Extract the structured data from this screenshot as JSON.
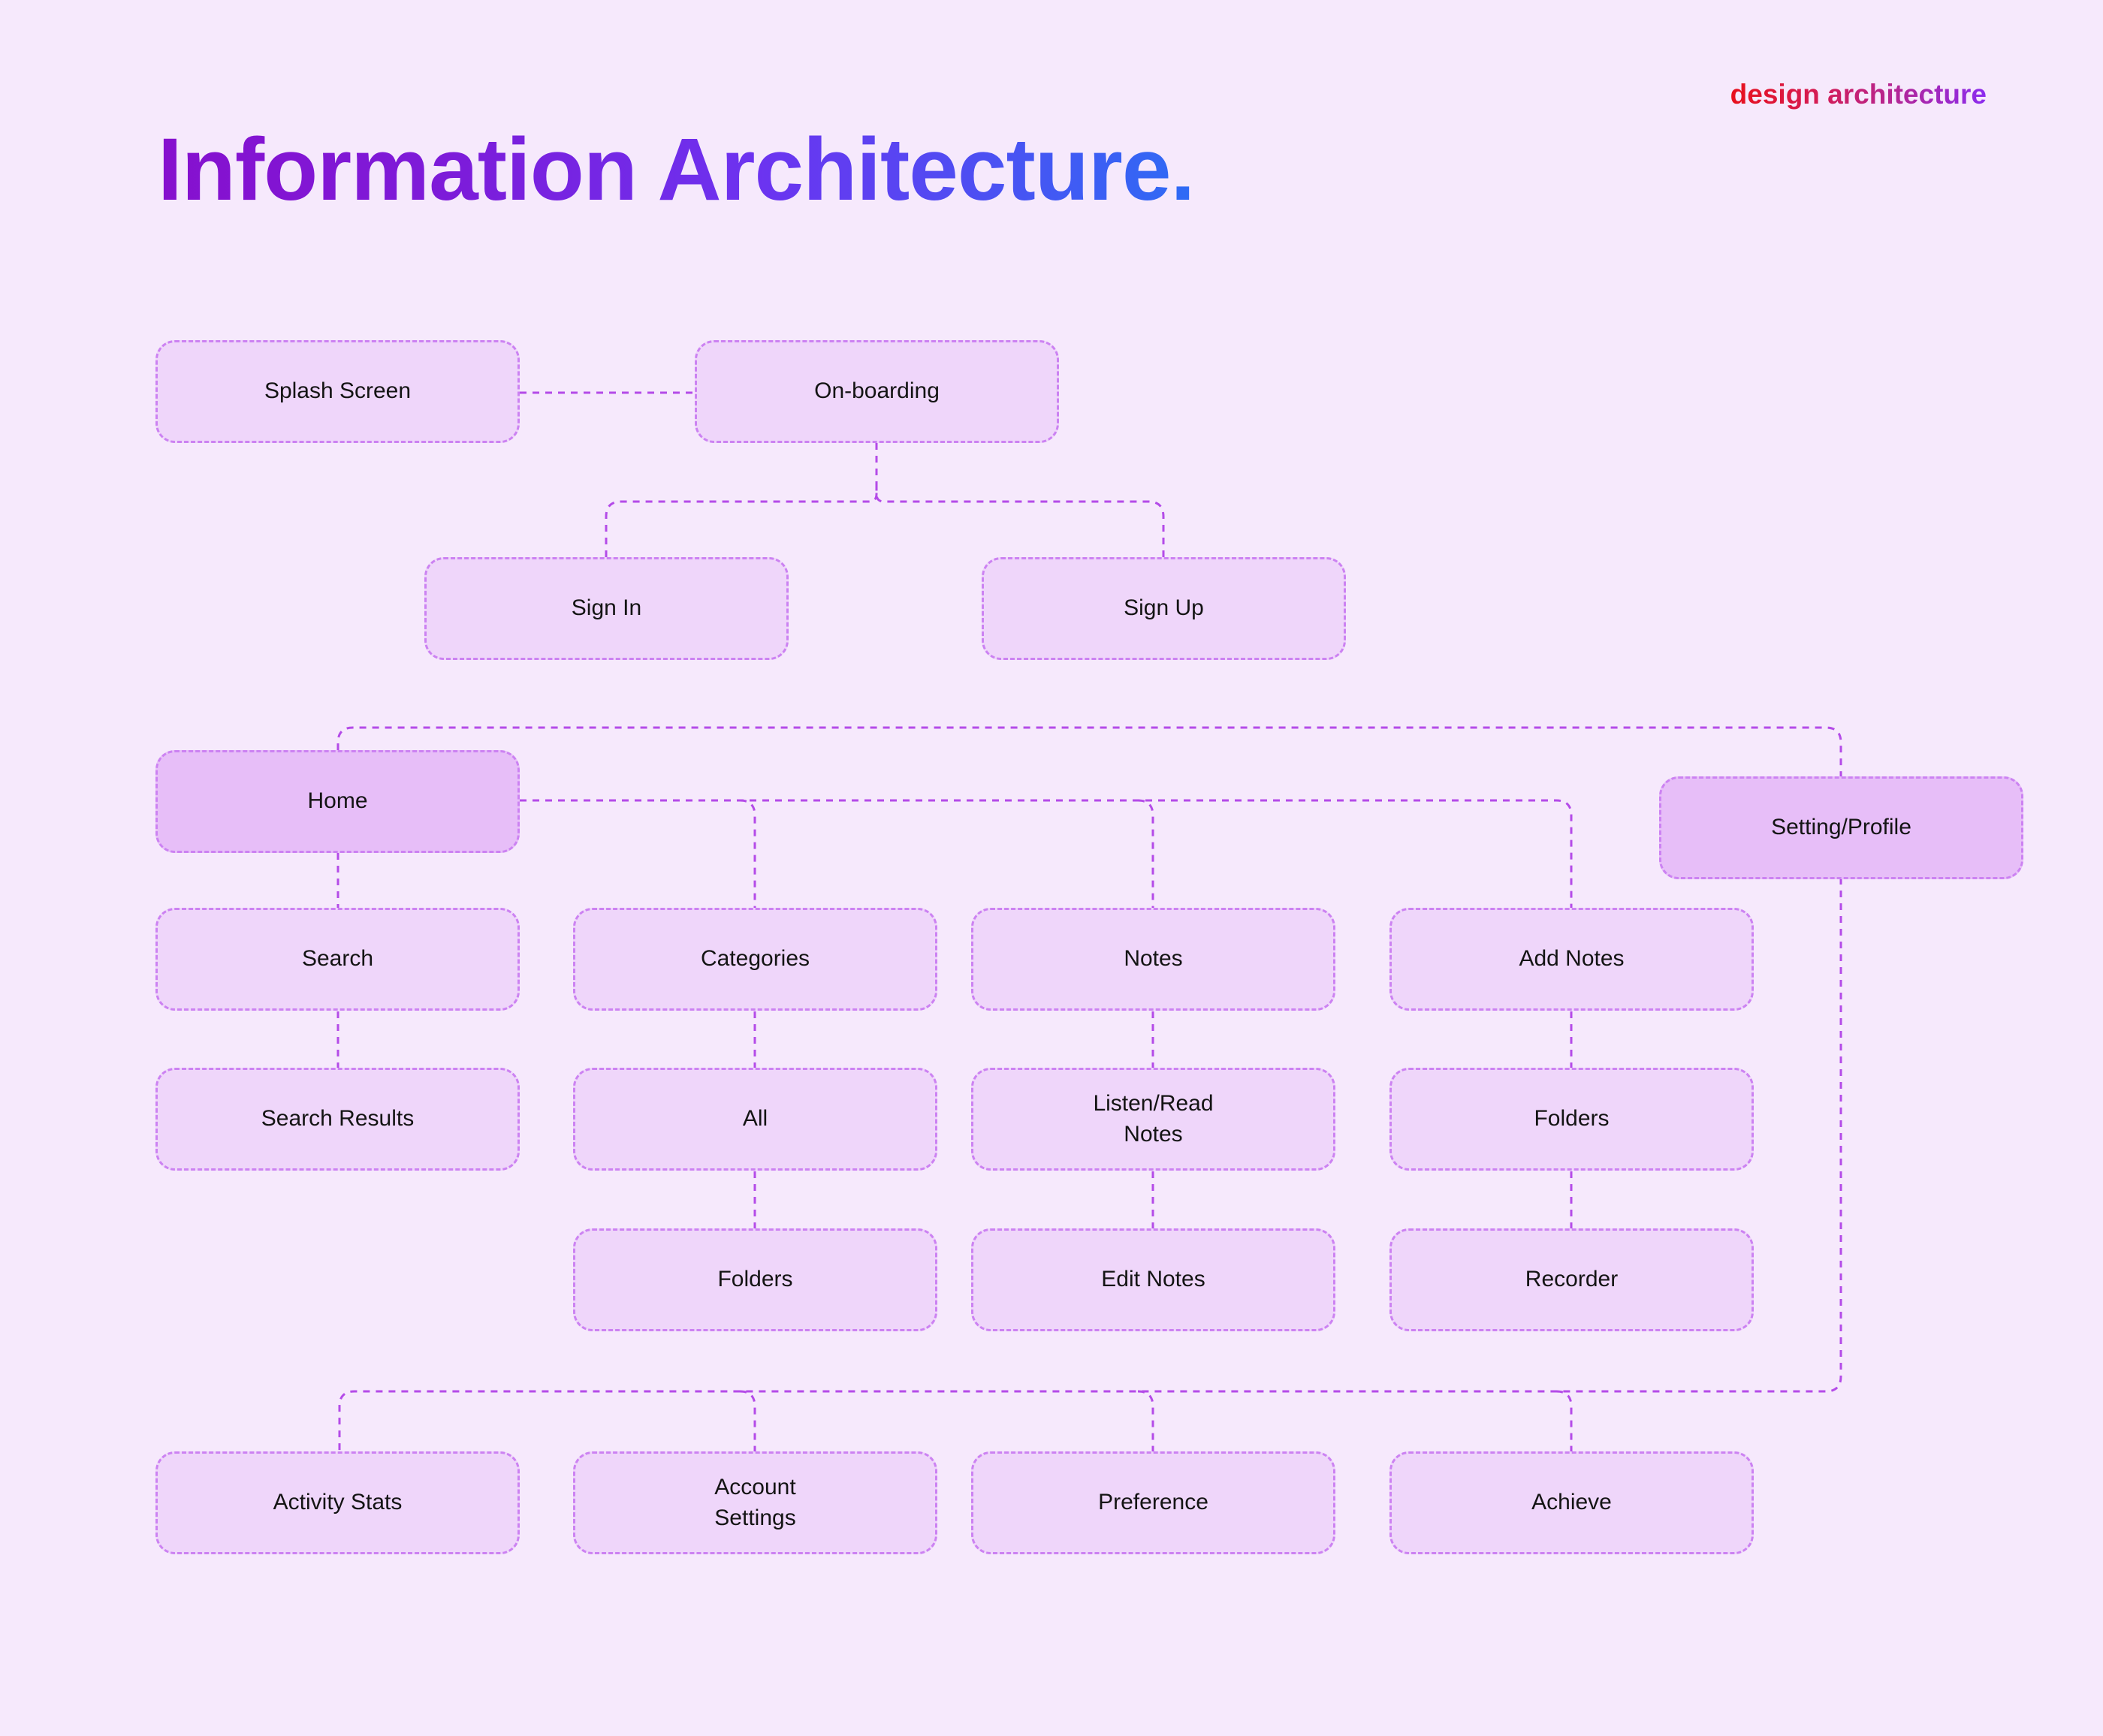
{
  "header": {
    "title": "Information Architecture.",
    "logo": "design architecture"
  },
  "colors": {
    "background": "#f6e9fc",
    "box_fill": "#efd6fa",
    "box_fill_accent": "#e7bef8",
    "box_border": "#cc82f2",
    "connector": "#b44be8",
    "left_rule_top": "#e0111c",
    "left_rule_bottom": "#8816e0",
    "title_gradient_start": "#8610ce",
    "title_gradient_end": "#2e6bf5",
    "logo_gradient_start": "#e8101c",
    "logo_gradient_end": "#8b2bf0",
    "label_color": "#141414"
  },
  "nodes": {
    "splash": {
      "label": "Splash Screen"
    },
    "onboarding": {
      "label": "On-boarding"
    },
    "signin": {
      "label": "Sign In"
    },
    "signup": {
      "label": "Sign Up"
    },
    "home": {
      "label": "Home"
    },
    "setting_profile": {
      "label": "Setting/Profile"
    },
    "search": {
      "label": "Search"
    },
    "categories": {
      "label": "Categories"
    },
    "notes": {
      "label": "Notes"
    },
    "add_notes": {
      "label": "Add Notes"
    },
    "search_results": {
      "label": "Search Results"
    },
    "all": {
      "label": "All"
    },
    "listen_read_notes": {
      "label": "Listen/Read\nNotes"
    },
    "folders_from_add": {
      "label": "Folders"
    },
    "folders_from_cat": {
      "label": "Folders"
    },
    "edit_notes": {
      "label": "Edit Notes"
    },
    "recorder": {
      "label": "Recorder"
    },
    "activity_stats": {
      "label": "Activity Stats"
    },
    "account_settings": {
      "label": "Account\nSettings"
    },
    "preference": {
      "label": "Preference"
    },
    "achieve": {
      "label": "Achieve"
    }
  },
  "edges": [
    [
      "splash",
      "onboarding"
    ],
    [
      "onboarding",
      "signin"
    ],
    [
      "onboarding",
      "signup"
    ],
    [
      "home",
      "setting_profile"
    ],
    [
      "home",
      "search"
    ],
    [
      "home",
      "categories"
    ],
    [
      "home",
      "notes"
    ],
    [
      "home",
      "add_notes"
    ],
    [
      "search",
      "search_results"
    ],
    [
      "categories",
      "all"
    ],
    [
      "all",
      "folders_from_cat"
    ],
    [
      "notes",
      "listen_read_notes"
    ],
    [
      "listen_read_notes",
      "edit_notes"
    ],
    [
      "add_notes",
      "folders_from_add"
    ],
    [
      "folders_from_add",
      "recorder"
    ],
    [
      "setting_profile",
      "activity_stats"
    ],
    [
      "setting_profile",
      "account_settings"
    ],
    [
      "setting_profile",
      "preference"
    ],
    [
      "setting_profile",
      "achieve"
    ]
  ]
}
